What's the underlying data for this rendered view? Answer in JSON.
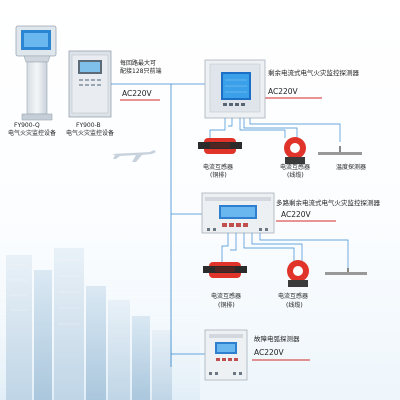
{
  "title": "",
  "devices": {
    "q": {
      "model": "FY900-Q",
      "desc": "电气火灾监控设备"
    },
    "b": {
      "model": "FY900-B",
      "desc": "电气火灾监控设备"
    }
  },
  "note": {
    "line1": "每回路最大可",
    "line2": "配接128只前端"
  },
  "voltage": "AC220V",
  "nodes": [
    {
      "title": "剩余电流式电气火灾监控探测器",
      "voltage": "AC220V",
      "sensors": [
        "电流互感器",
        "(铜排)",
        "电流互感器",
        "(线缆)",
        "温度探测器"
      ]
    },
    {
      "title": "多路剩余电流式电气火灾监控探测器",
      "voltage": "AC220V",
      "sensors": [
        "电流互感器",
        "(铜排)",
        "电流互感器",
        "(线缆)"
      ]
    },
    {
      "title": "故障电弧探测器",
      "voltage": "AC220V"
    }
  ],
  "colors": {
    "line": "#3a8ad2",
    "accent_red": "#d42a2a",
    "ct_red": "#e0342b",
    "temp_gray": "#999999"
  }
}
